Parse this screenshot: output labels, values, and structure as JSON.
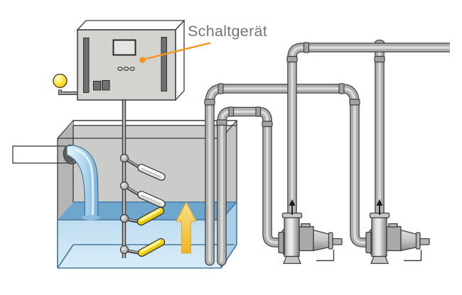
{
  "label": {
    "text": "Schaltgerät"
  },
  "callout": {
    "color": "#F7941D",
    "points_to": "control-unit",
    "label_color": "#75767A"
  },
  "control_unit": {
    "display_count": 1,
    "indicator_light_count": 3,
    "button_count": 2,
    "vent_count": 2,
    "signal_lamp": {
      "color": "#FFD21E",
      "shape": "sphere"
    }
  },
  "tank": {
    "wall_color": "#CBCBC9",
    "water": {
      "surface_color": "#6FA6CE",
      "front_color": "#CBE4F4",
      "inflow_stream": true
    },
    "level_trend_arrow": {
      "direction": "up",
      "color": "#F5C842"
    },
    "float_switches": [
      {
        "position": "top",
        "color": "#FFFFFF",
        "state": "dry, hanging down"
      },
      {
        "position": "upper-middle",
        "color": "#FFFFFF",
        "state": "dry, hanging down"
      },
      {
        "position": "lower-middle",
        "color": "#FFE516",
        "state": "submerged, tilted up"
      },
      {
        "position": "bottom",
        "color": "#FFE516",
        "state": "submerged, tilted up"
      }
    ]
  },
  "pumps": {
    "count": 2,
    "flow_arrow_direction": "up",
    "discharge": "common header pipe exiting right",
    "suction": "two drop pipes dipping into tank"
  },
  "palette": {
    "background": "#FFFFFF",
    "pipe": "#AFAFAD",
    "pipe_outline": "#3F3F3F",
    "water_line": "#4579A3"
  }
}
